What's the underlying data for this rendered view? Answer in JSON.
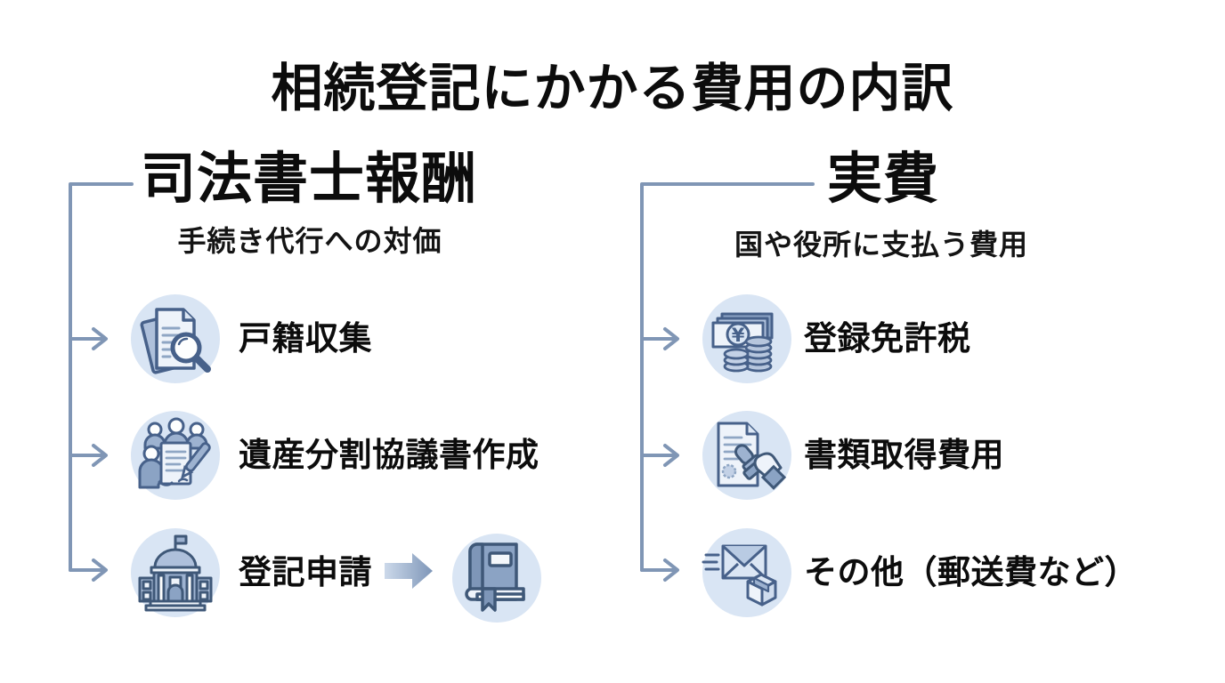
{
  "title": "相続登記にかかる費用の内訳",
  "left_column": {
    "heading": "司法書士報酬",
    "subheading": "手続き代行への対価",
    "items": [
      {
        "label": "戸籍収集",
        "icon": "documents-magnifier-icon"
      },
      {
        "label": "遺産分割協議書作成",
        "icon": "people-document-icon"
      },
      {
        "label": "登記申請",
        "icon": "government-building-icon",
        "arrow_to": "book-icon"
      }
    ]
  },
  "right_column": {
    "heading": "実費",
    "subheading": "国や役所に支払う費用",
    "items": [
      {
        "label": "登録免許税",
        "icon": "money-coins-icon"
      },
      {
        "label": "書類取得費用",
        "icon": "stamp-document-icon"
      },
      {
        "label": "その他（郵送費など）",
        "icon": "mail-package-icon"
      }
    ]
  },
  "colors": {
    "background": "#ffffff",
    "text": "#0c0c0c",
    "connector": "#8096b5",
    "icon_circle": "#d9e5f4",
    "icon_stroke": "#47618a",
    "icon_fill_mid": "#9db2d0",
    "icon_fill_light": "#eef3fa",
    "block_arrow_start": "#ccd9ea",
    "block_arrow_end": "#7e96b8"
  }
}
